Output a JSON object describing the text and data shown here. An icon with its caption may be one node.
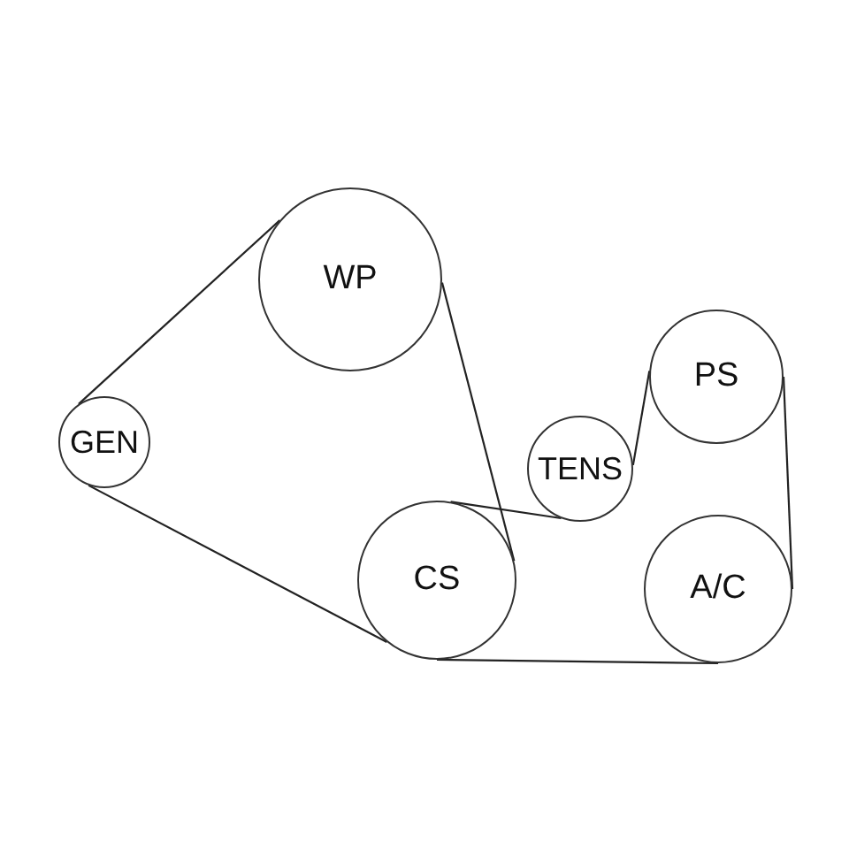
{
  "diagram": {
    "nodes": [
      {
        "text": [
          "WP"
        ]
      },
      {
        "text": [
          "GEN"
        ]
      },
      {
        "text": [
          "TENS"
        ]
      },
      {
        "text": [
          "PS"
        ]
      },
      {
        "text": [
          "CS"
        ]
      },
      {
        "text": [
          "A/C"
        ]
      }
    ],
    "edges": [
      {
        "from": 1,
        "to": 0,
        "arrow": "none"
      },
      {
        "from": 0,
        "to": 4,
        "arrow": "none"
      },
      {
        "from": 4,
        "to": 2,
        "arrow": "none"
      },
      {
        "from": 2,
        "to": 3,
        "arrow": "none"
      },
      {
        "from": 3,
        "to": 5,
        "arrow": "none"
      },
      {
        "from": 5,
        "to": 4,
        "arrow": "none"
      },
      {
        "from": 4,
        "to": 1,
        "arrow": "none"
      }
    ]
  }
}
